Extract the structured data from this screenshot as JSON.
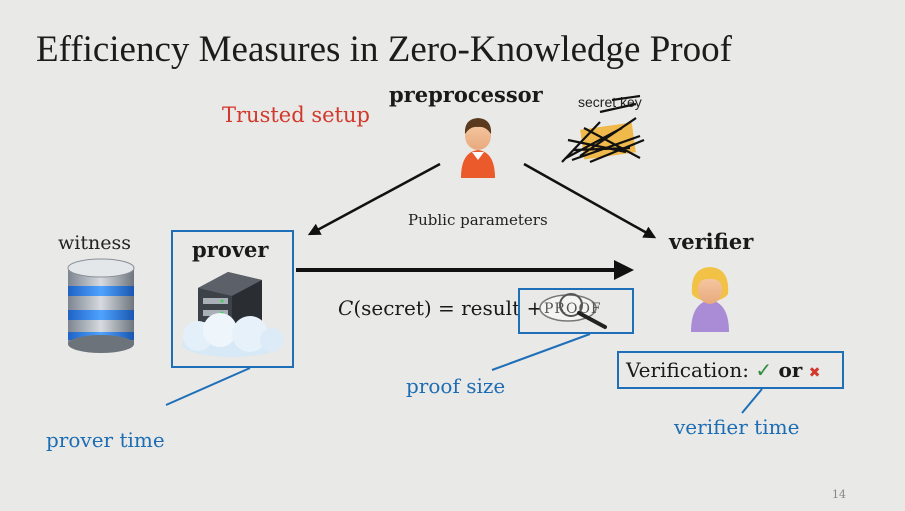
{
  "slide": {
    "title": "Efficiency Measures in Zero-Knowledge Proof",
    "page_number": "14"
  },
  "diagram": {
    "trusted_setup": "Trusted setup",
    "preprocessor": "preprocessor",
    "secret_key": "secret key",
    "public_parameters": "Public parameters",
    "witness": "witness",
    "prover": "prover",
    "verifier": "verifier",
    "equation": {
      "c": "C",
      "rest": "(secret) = result +"
    },
    "proof_stamp": "PROOF",
    "verification": {
      "label": "Verification:",
      "check": "✓",
      "or": "or",
      "cross": "✖"
    },
    "prover_time": "prover time",
    "proof_size": "proof size",
    "verifier_time": "verifier time",
    "colors": {
      "accent_blue": "#1f6fb8",
      "red": "#d2382b",
      "green": "#2e8b3a"
    }
  }
}
